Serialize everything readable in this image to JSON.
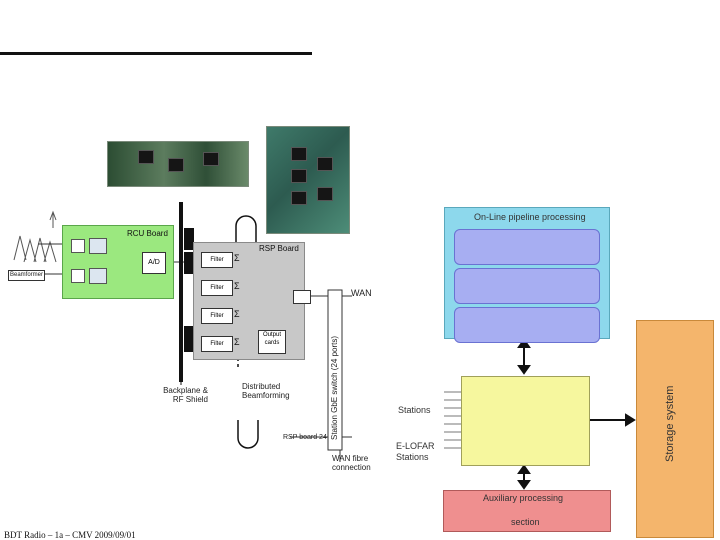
{
  "rcu": {
    "title": "RCU Board",
    "adc": "A/D",
    "beamformer": "Beamformer"
  },
  "rsp": {
    "title": "RSP Board",
    "filter": "Filter",
    "sigma": "Σ",
    "output_cards": "Output cards",
    "rsp_board_24": "RSP board 24"
  },
  "labels": {
    "backplane": "Backplane & RF Shield",
    "distributed": "Distributed Beamforming",
    "wan": "WAN",
    "station_switch": "Station GbE switch (24 ports)",
    "wan_fibre": "WAN fibre connection"
  },
  "online": {
    "title": "On-Line pipeline processing"
  },
  "inputs": {
    "stations": "Stations",
    "elofar": "E-LOFAR Stations"
  },
  "aux": {
    "label1": "Auxiliary processing",
    "label2": "section"
  },
  "storage": {
    "title": "Storage system"
  },
  "footer": "BDT Radio – 1a – CMV 2009/09/01"
}
